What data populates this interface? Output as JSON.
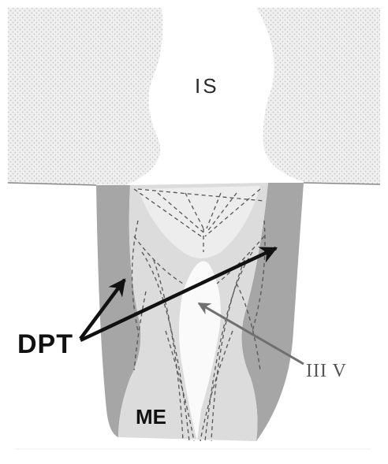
{
  "labels": {
    "is": "IS",
    "dpt": "DPT",
    "me": "ME",
    "iiiv": "III V"
  },
  "colors": {
    "background": "#ffffff",
    "stipple_fill": "#f0f0f0",
    "stipple_dot": "#c4c4c4",
    "dark_zone": "#a6a6a6",
    "light_zone": "#dcdcdc",
    "ventricle": "#fafafa",
    "dashed_lines": "#555555",
    "arrow_black": "#111111",
    "arrow_gray": "#707070"
  }
}
